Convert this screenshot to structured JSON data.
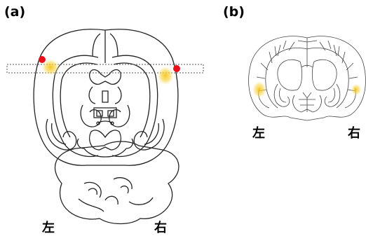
{
  "panels": {
    "a": {
      "label": "(a)",
      "left_label": "左",
      "right_label": "右"
    },
    "b": {
      "label": "(b)",
      "left_label": "左",
      "right_label": "右"
    }
  },
  "colors": {
    "line": "#222222",
    "marker": "#e8101c",
    "highlight": "#f5c518",
    "slice_box": "#555555"
  },
  "icons": [
    "brain-top-view-drawing",
    "brain-coronal-section-drawing",
    "electrode-marker"
  ]
}
